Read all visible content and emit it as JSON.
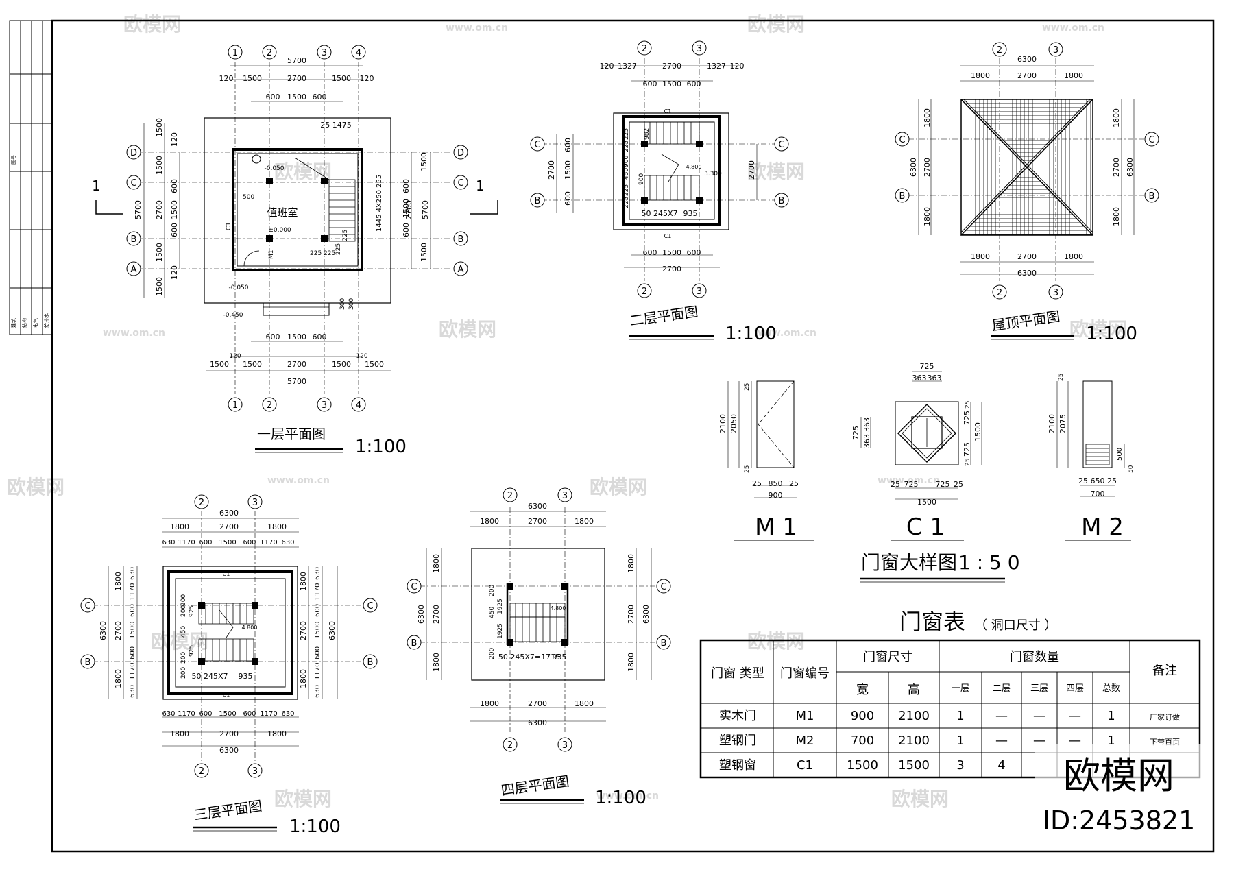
{
  "title_block": {
    "top_label": "图号",
    "rows": [
      "建筑",
      "结构",
      "电气",
      "给排水"
    ]
  },
  "axes": {
    "numbers": [
      "1",
      "2",
      "3",
      "4"
    ],
    "letters": [
      "A",
      "B",
      "C",
      "D"
    ]
  },
  "plan1": {
    "title": "一层平面图",
    "scale": "1:100",
    "top_total": "5700",
    "top_parts": [
      "120",
      "1500",
      "2700",
      "1500",
      "120"
    ],
    "inner": [
      "600",
      "1500",
      "600"
    ],
    "stair_note": "25 1475",
    "left_total": "5700",
    "left_parts": [
      "1500",
      "1500",
      "2700",
      "1500",
      "1500"
    ],
    "left_small": [
      "120",
      "600",
      "1500",
      "600",
      "120"
    ],
    "right_total": "5700",
    "right_parts": [
      "1500",
      "2700",
      "1500"
    ],
    "right_small": [
      "600",
      "1500",
      "600"
    ],
    "room_name": "值班室",
    "floor_level": "±0.000",
    "level_a": "-0.050",
    "level_b": "-0.050",
    "level_c": "-0.450",
    "stair_dim": "1445 4X250 255",
    "door_label": "M1",
    "window_label": "C1",
    "small_dims": [
      "225",
      "225",
      "225",
      "225",
      "500",
      "300",
      "300"
    ],
    "bottom_inner": [
      "600",
      "1500",
      "600"
    ],
    "bottom_parts": [
      "1500",
      "120",
      "1500",
      "2700",
      "1500",
      "120",
      "1500"
    ],
    "bottom_total": "5700",
    "section_mark": "1"
  },
  "plan2": {
    "title": "二层平面图",
    "scale": "1:100",
    "top_parts": [
      "120",
      "1327",
      "2700",
      "1327",
      "120"
    ],
    "inner": [
      "600",
      "1500",
      "600"
    ],
    "left_total": "2700",
    "left_parts": [
      "600",
      "1500",
      "600"
    ],
    "right_total": "2700",
    "stair_dims": [
      "225",
      "225",
      "982",
      "900",
      "450",
      "900",
      "225",
      "225"
    ],
    "step_note": "50 245X7",
    "step_end": "935",
    "level_a": "4.800",
    "level_b": "3.300",
    "window_label": "C1",
    "bottom_inner": [
      "600",
      "1500",
      "600"
    ],
    "bottom_total": "2700"
  },
  "roof": {
    "title": "屋顶平面图",
    "scale": "1:100",
    "top_total": "6300",
    "top_parts": [
      "1800",
      "2700",
      "1800"
    ],
    "left_total": "6300",
    "left_parts": [
      "1800",
      "2700",
      "1800"
    ],
    "bottom_parts": [
      "1800",
      "2700",
      "1800"
    ],
    "bottom_total": "6300"
  },
  "plan3": {
    "title": "三层平面图",
    "scale": "1:100",
    "top_total": "6300",
    "top_parts": [
      "1800",
      "2700",
      "1800"
    ],
    "top_detail": [
      "630",
      "1170",
      "600",
      "1500",
      "600",
      "1170",
      "630"
    ],
    "left_total": "6300",
    "left_parts": [
      "1800",
      "2700",
      "1800"
    ],
    "left_detail": [
      "630",
      "1170",
      "600",
      "1500",
      "600",
      "1170",
      "630"
    ],
    "stair_dims": [
      "200",
      "200",
      "925",
      "450",
      "925",
      "200",
      "200"
    ],
    "step_note": "50 245X7",
    "step_end": "935",
    "level": "4.800",
    "window_label": "C1"
  },
  "plan4": {
    "title": "四层平面图",
    "scale": "1:100",
    "top_total": "6300",
    "top_parts": [
      "1800",
      "2700",
      "1800"
    ],
    "left_total": "6300",
    "left_parts": [
      "1800",
      "2700",
      "1800"
    ],
    "stair_dims": [
      "200",
      "1925",
      "450",
      "1925",
      "200"
    ],
    "step_note": "50 245X7=1715",
    "step_end": "935",
    "level": "4.800"
  },
  "details": {
    "title": "门窗大样图",
    "scale": "1 : 5 0",
    "m1": {
      "label": "M 1",
      "height": "2100",
      "inner": "2050",
      "edge": "25",
      "width_parts": [
        "25",
        "850",
        "25"
      ],
      "width": "900"
    },
    "c1": {
      "label": "C 1",
      "top_total": "725",
      "top_parts": [
        "363",
        "363"
      ],
      "left_total": "725",
      "left_parts": [
        "363",
        "363"
      ],
      "right_parts": [
        "25",
        "725",
        "1500",
        "725",
        "25"
      ],
      "bottom_parts": [
        "25",
        "725",
        "725",
        "25"
      ],
      "bottom_total": "1500"
    },
    "m2": {
      "label": "M 2",
      "height": "2100",
      "inner": "2075",
      "edge": "25",
      "vent": "500",
      "vent_b": "50",
      "width_parts": [
        "25",
        "650",
        "25"
      ],
      "width": "700"
    }
  },
  "schedule": {
    "title": "门窗表",
    "subtitle": "（ 洞口尺寸 ）",
    "h_type": "门窗 类型",
    "h_code": "门窗编号",
    "h_size": "门窗尺寸",
    "h_w": "宽",
    "h_h": "高",
    "h_qty": "门窗数量",
    "h_floors": [
      "一层",
      "二层",
      "三层",
      "四层",
      "总数"
    ],
    "h_note": "备注",
    "rows": [
      {
        "type": "实木门",
        "code": "M1",
        "w": "900",
        "h": "2100",
        "q": [
          "1",
          "—",
          "—",
          "—",
          "1"
        ],
        "note": "厂家订做"
      },
      {
        "type": "塑钢门",
        "code": "M2",
        "w": "700",
        "h": "2100",
        "q": [
          "1",
          "—",
          "—",
          "—",
          "1"
        ],
        "note": "下带百页"
      },
      {
        "type": "塑钢窗",
        "code": "C1",
        "w": "1500",
        "h": "1500",
        "q": [
          "3",
          "4",
          "",
          "",
          ""
        ],
        "note": ""
      }
    ]
  },
  "watermark": {
    "brand": "欧模网",
    "url": "www.om.cn",
    "id": "ID:2453821"
  }
}
